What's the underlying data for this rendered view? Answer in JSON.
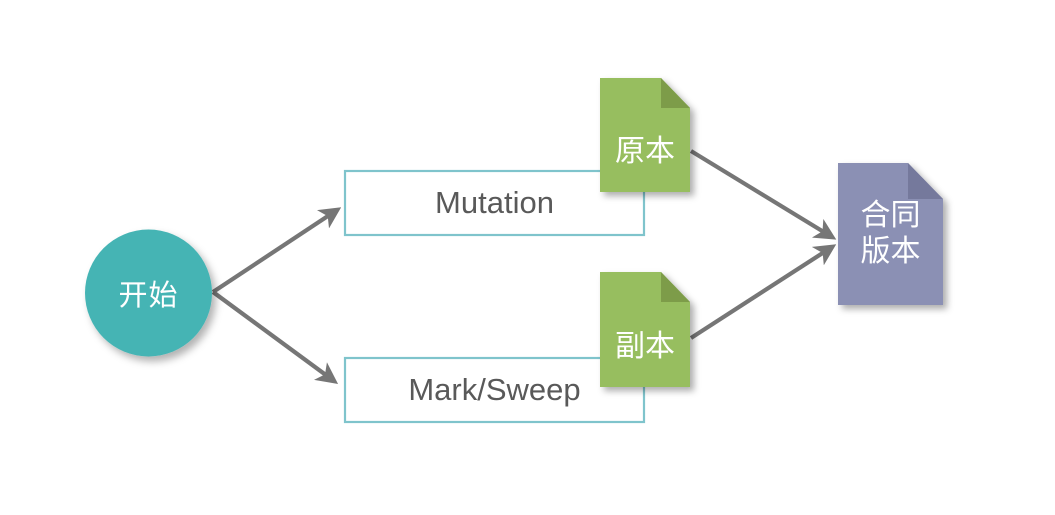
{
  "diagram": {
    "type": "flowchart",
    "title": "",
    "background_color": "#ffffff",
    "colors": {
      "start_fill": "#45b4b4",
      "box_border": "#7fc4cc",
      "box_fill": "#ffffff",
      "box_text": "#595959",
      "doc_green_fill": "#97be5e",
      "doc_green_fold": "#7d9c4a",
      "doc_purple_fill": "#8b90b4",
      "doc_purple_fold": "#75799c",
      "arrow": "#767676",
      "node_text": "#ffffff"
    },
    "nodes": {
      "start": {
        "label": "开始",
        "shape": "circle",
        "fill": "#45b4b4"
      },
      "mutation": {
        "label": "Mutation",
        "shape": "rectangle",
        "fill": "#ffffff",
        "border": "#7fc4cc"
      },
      "mark_sweep": {
        "label": "Mark/Sweep",
        "shape": "rectangle",
        "fill": "#ffffff",
        "border": "#7fc4cc"
      },
      "doc_original": {
        "label": "原本",
        "shape": "document",
        "fill": "#97be5e"
      },
      "doc_copy": {
        "label": "副本",
        "shape": "document",
        "fill": "#97be5e"
      },
      "doc_merged": {
        "label_line1": "合同",
        "label_line2": "版本",
        "shape": "document",
        "fill": "#8b90b4"
      }
    },
    "edges": [
      {
        "name": "start-to-mutation",
        "from": "start",
        "to": "mutation",
        "label": ""
      },
      {
        "name": "start-to-mark-sweep",
        "from": "start",
        "to": "mark_sweep",
        "label": ""
      },
      {
        "name": "original-to-merged",
        "from": "doc_original",
        "to": "doc_merged",
        "label": ""
      },
      {
        "name": "copy-to-merged",
        "from": "doc_copy",
        "to": "doc_merged",
        "label": ""
      }
    ]
  }
}
